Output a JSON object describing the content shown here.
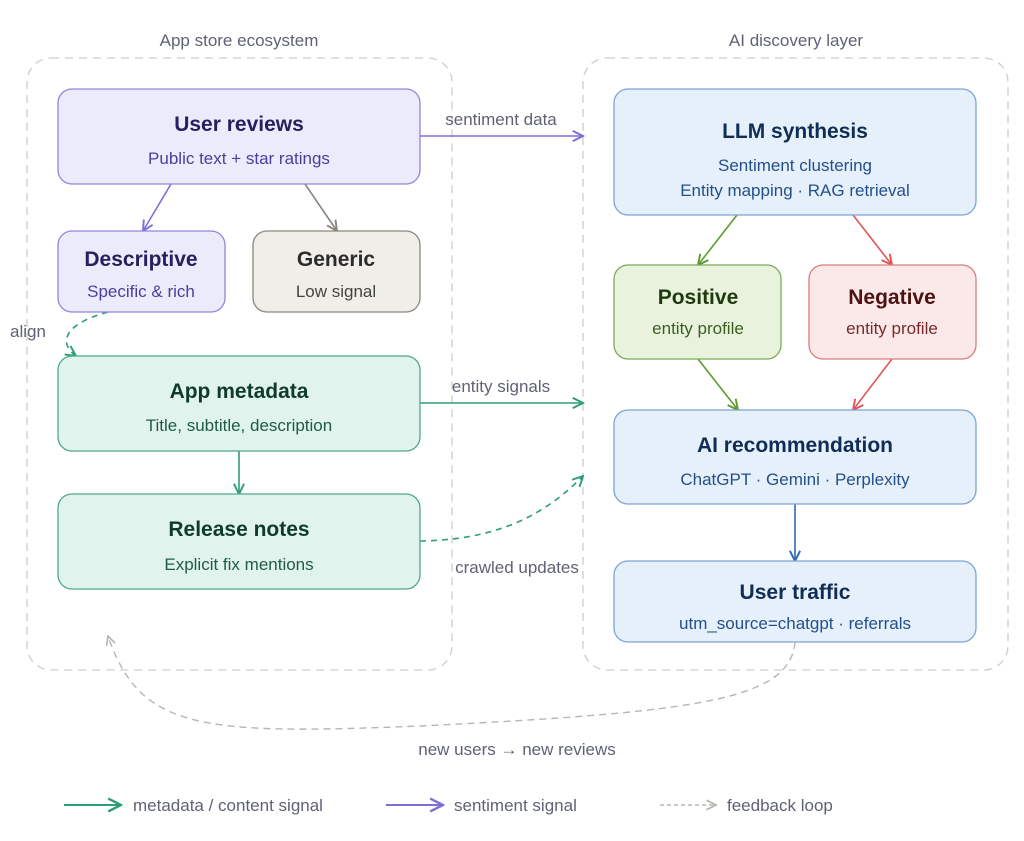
{
  "groups": {
    "app_store": {
      "label": "App store ecosystem"
    },
    "ai_discovery": {
      "label": "AI discovery layer"
    }
  },
  "nodes": {
    "user_reviews": {
      "title": "User reviews",
      "lines": [
        "Public text + star ratings"
      ]
    },
    "descriptive": {
      "title": "Descriptive",
      "lines": [
        "Specific & rich"
      ]
    },
    "generic": {
      "title": "Generic",
      "lines": [
        "Low signal"
      ]
    },
    "app_metadata": {
      "title": "App metadata",
      "lines": [
        "Title, subtitle, description"
      ]
    },
    "release_notes": {
      "title": "Release notes",
      "lines": [
        "Explicit fix mentions"
      ]
    },
    "llm_synthesis": {
      "title": "LLM synthesis",
      "lines": [
        "Sentiment clustering",
        "Entity mapping · RAG retrieval"
      ]
    },
    "positive": {
      "title": "Positive",
      "lines": [
        "entity profile"
      ]
    },
    "negative": {
      "title": "Negative",
      "lines": [
        "entity profile"
      ]
    },
    "ai_recommendation": {
      "title": "AI recommendation",
      "lines": [
        "ChatGPT · Gemini · Perplexity"
      ]
    },
    "user_traffic": {
      "title": "User traffic",
      "lines": [
        "utm_source=chatgpt · referrals"
      ]
    }
  },
  "edges": {
    "sentiment_data": "sentiment data",
    "entity_signals": "entity signals",
    "crawled_updates": "crawled updates",
    "align": "align",
    "feedback": "new users → new reviews"
  },
  "legend": [
    {
      "label": "metadata / content signal",
      "style": "solid",
      "color": "#2e9e74"
    },
    {
      "label": "sentiment signal",
      "style": "solid",
      "color": "#7b6fd6"
    },
    {
      "label": "feedback loop",
      "style": "dashed",
      "color": "#b8b6ae"
    }
  ],
  "colors": {
    "purple_stroke": "#8f86de",
    "purple_fill": "#ecebfb",
    "purple_text": "#26215e",
    "purple_sub": "#4a3f9e",
    "beige_stroke": "#8a877f",
    "beige_fill": "#f0eee8",
    "beige_text": "#2b2b2b",
    "beige_sub": "#44443f",
    "green_stroke": "#4fa886",
    "green_fill": "#e0f3ec",
    "green_text": "#0f3b2c",
    "green_sub": "#1f5c47",
    "blue_stroke": "#7aa4d4",
    "blue_fill": "#e5f0fb",
    "blue_text": "#102d55",
    "blue_sub": "#23508a",
    "pos_stroke": "#7bab55",
    "pos_fill": "#e8f2dd",
    "pos_text": "#1e3a0e",
    "pos_sub": "#3b5e22",
    "neg_stroke": "#d97c7c",
    "neg_fill": "#fbe9e9",
    "neg_text": "#4e1212",
    "neg_sub": "#7a2a2a",
    "arrow_green": "#2e9e74",
    "arrow_purple": "#7b6fd6",
    "arrow_gray": "#8a877f",
    "arrow_olive": "#5e9b2e",
    "arrow_red": "#e05555",
    "arrow_blue": "#2f6aae",
    "loop_gray": "#b8b6ae"
  }
}
